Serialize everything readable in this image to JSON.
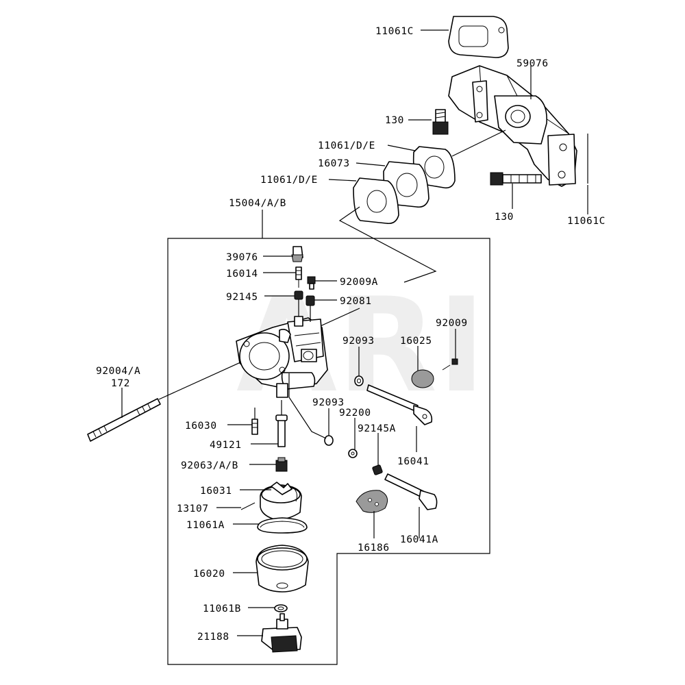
{
  "watermark": "ARI",
  "labels": [
    {
      "id": "11061C-top",
      "text": "11061C"
    },
    {
      "id": "59076",
      "text": "59076"
    },
    {
      "id": "130-top",
      "text": "130"
    },
    {
      "id": "11061DE-a",
      "text": "11061/D/E"
    },
    {
      "id": "16073",
      "text": "16073"
    },
    {
      "id": "11061DE-b",
      "text": "11061/D/E"
    },
    {
      "id": "130-right",
      "text": "130"
    },
    {
      "id": "11061C-right",
      "text": "11061C"
    },
    {
      "id": "15004AB",
      "text": "15004/A/B"
    },
    {
      "id": "39076",
      "text": "39076"
    },
    {
      "id": "16014",
      "text": "16014"
    },
    {
      "id": "92009A",
      "text": "92009A"
    },
    {
      "id": "92145",
      "text": "92145"
    },
    {
      "id": "92081",
      "text": "92081"
    },
    {
      "id": "92009",
      "text": "92009"
    },
    {
      "id": "92093-a",
      "text": "92093"
    },
    {
      "id": "16025",
      "text": "16025"
    },
    {
      "id": "92004A",
      "text": "92004/A"
    },
    {
      "id": "172",
      "text": "172"
    },
    {
      "id": "92093-b",
      "text": "92093"
    },
    {
      "id": "92200",
      "text": "92200"
    },
    {
      "id": "16030",
      "text": "16030"
    },
    {
      "id": "92145A",
      "text": "92145A"
    },
    {
      "id": "49121",
      "text": "49121"
    },
    {
      "id": "16041",
      "text": "16041"
    },
    {
      "id": "92063AB",
      "text": "92063/A/B"
    },
    {
      "id": "16031",
      "text": "16031"
    },
    {
      "id": "13107",
      "text": "13107"
    },
    {
      "id": "11061A",
      "text": "11061A"
    },
    {
      "id": "16186",
      "text": "16186"
    },
    {
      "id": "16041A",
      "text": "16041A"
    },
    {
      "id": "16020",
      "text": "16020"
    },
    {
      "id": "11061B",
      "text": "11061B"
    },
    {
      "id": "21188",
      "text": "21188"
    }
  ]
}
